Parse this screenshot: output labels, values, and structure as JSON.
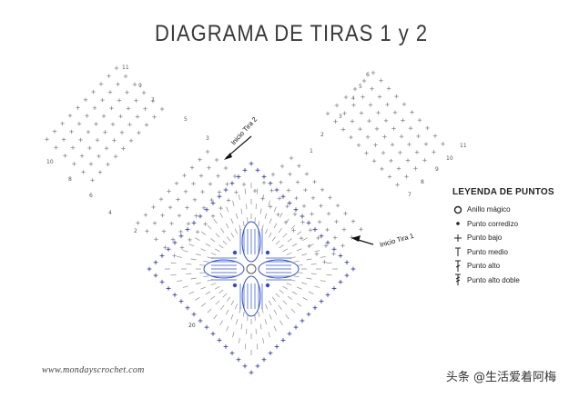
{
  "title": "DIAGRAMA DE TIRAS 1 y 2",
  "labels": {
    "inicio_tira_2": "Inicio Tira 2",
    "inicio_tira_1": "Inicio Tira 1"
  },
  "row_numbers": {
    "left_strip": [
      "11",
      "10",
      "9",
      "8",
      "7",
      "6",
      "5",
      "4",
      "3",
      "2",
      "1"
    ],
    "right_strip": [
      "6",
      "5",
      "4",
      "3",
      "2",
      "1",
      "11",
      "10",
      "9",
      "8",
      "7"
    ],
    "center_bottom": "20"
  },
  "legend": {
    "title": "LEYENDA DE PUNTOS",
    "items": [
      {
        "icon": "magic-ring-icon",
        "label": "Anillo mágico"
      },
      {
        "icon": "slip-stitch-icon",
        "label": "Punto corredizo"
      },
      {
        "icon": "single-crochet-icon",
        "label": "Punto bajo"
      },
      {
        "icon": "half-double-crochet-icon",
        "label": "Punto medio"
      },
      {
        "icon": "double-crochet-icon",
        "label": "Punto alto"
      },
      {
        "icon": "treble-crochet-icon",
        "label": "Punto alto doble"
      }
    ]
  },
  "footer": {
    "website": "www.mondayscrochet.com",
    "watermark": "头条 @生活爱着阿梅"
  },
  "colors": {
    "outer_round": "#2b2fa8",
    "strip_stitches": "#8a8a8a",
    "center_blue": "#2b4fd0",
    "text": "#333333"
  }
}
